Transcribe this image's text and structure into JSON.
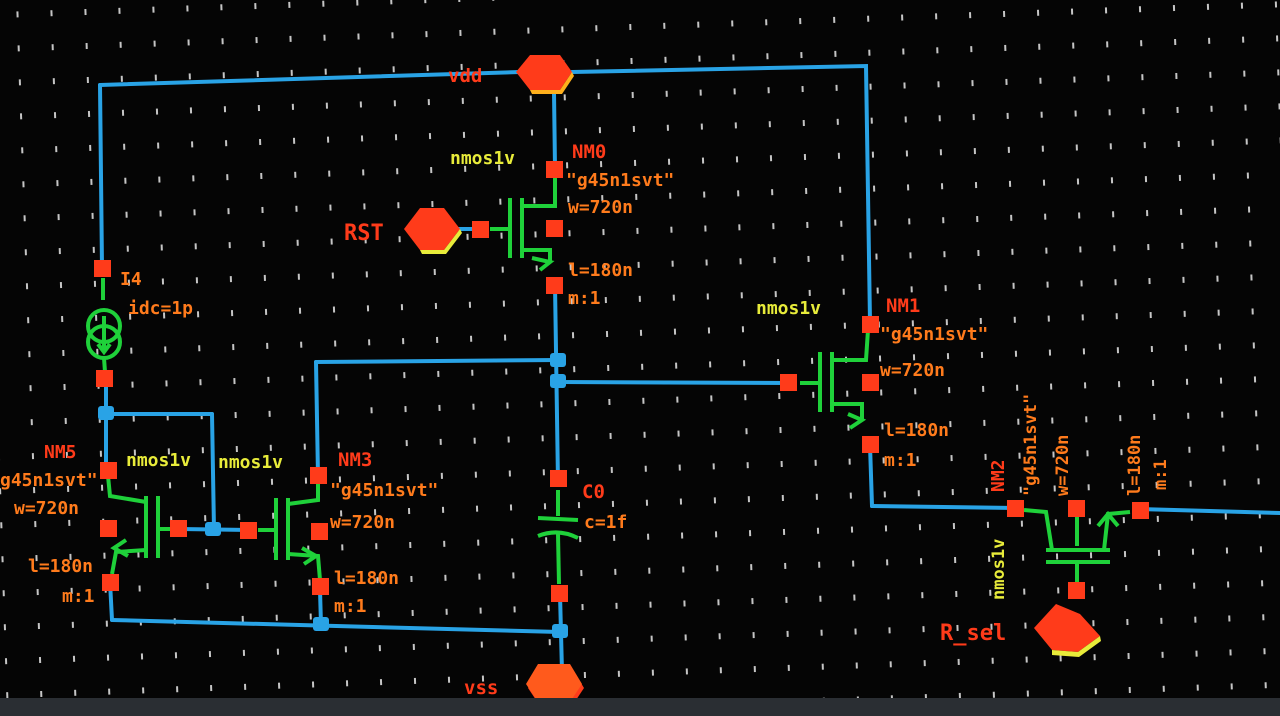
{
  "pins": {
    "vdd": "vdd",
    "vss": "vss",
    "rst": "RST",
    "r_sel": "R_sel"
  },
  "nm0": {
    "inst": "NM0",
    "model": "nmos1v",
    "lib": "\"g45n1svt\"",
    "w": "w=720n",
    "l": "l=180n",
    "m": "m:1"
  },
  "nm1": {
    "inst": "NM1",
    "model": "nmos1v",
    "lib": "\"g45n1svt\"",
    "w": "w=720n",
    "l": "l=180n",
    "m": "m:1"
  },
  "nm2": {
    "inst": "NM2",
    "model": "nmos1v",
    "lib": "\"g45n1svt\"",
    "w": "w=720n",
    "l": "l=180n",
    "m": "m:1"
  },
  "nm3": {
    "inst": "NM3",
    "model": "nmos1v",
    "lib": "\"g45n1svt\"",
    "w": "w=720n",
    "l": "l=180n",
    "m": "m:1"
  },
  "nm5": {
    "inst": "NM5",
    "model": "nmos1v",
    "lib": "g45n1svt\"",
    "w": "w=720n",
    "l": "l=180n",
    "m": "m:1"
  },
  "i4": {
    "inst": "I4",
    "idc": "idc=1p"
  },
  "c0": {
    "inst": "C0",
    "c": "c=1f"
  },
  "colors": {
    "wire": "#29a3e6",
    "device": "#1fd13a",
    "pin": "#ff3b1a",
    "label_red": "#ff3b1a",
    "label_orange": "#ff7b1c",
    "label_yellow": "#e8ec3a",
    "background": "#050505"
  }
}
